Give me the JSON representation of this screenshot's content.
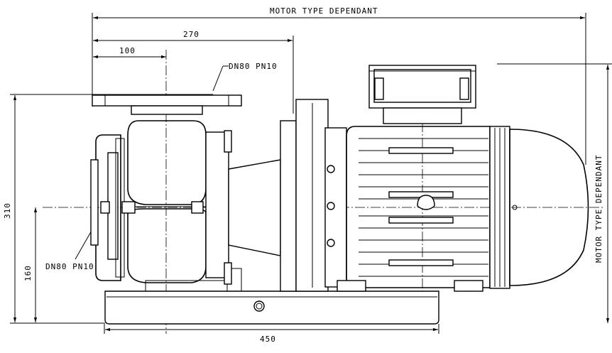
{
  "labels": {
    "overall_length": "MOTOR TYPE DEPENDANT",
    "overall_height": "MOTOR TYPE DEPENDANT",
    "dim_270": "270",
    "dim_100": "100",
    "dim_310": "310",
    "dim_160": "160",
    "dim_450": "450",
    "outlet_flange": "DN80 PN10",
    "inlet_flange": "DN80 PN10"
  }
}
